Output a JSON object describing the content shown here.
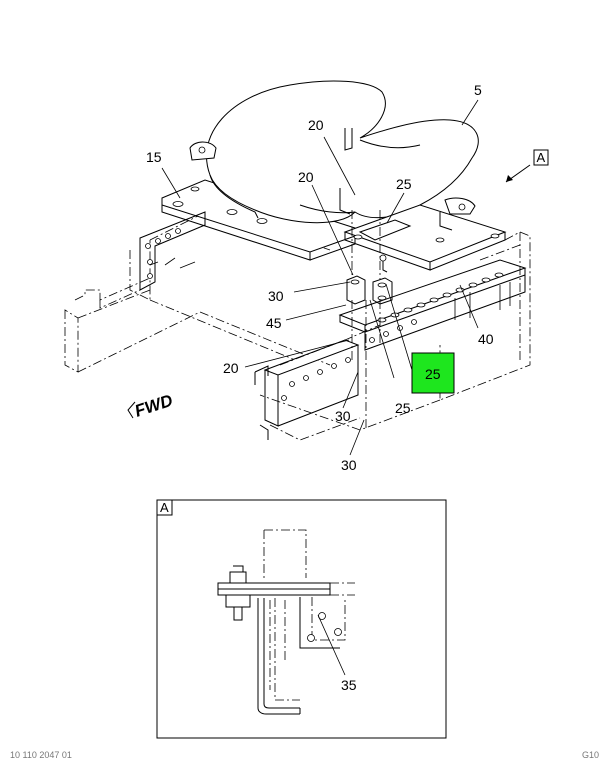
{
  "callouts": {
    "c5": "5",
    "c15": "15",
    "c20a": "20",
    "c20b": "20",
    "c20c": "20",
    "c25a": "25",
    "c25b": "25",
    "c25_highlight": "25",
    "c30a": "30",
    "c30b": "30",
    "c30c": "30",
    "c35": "35",
    "c40": "40",
    "c45": "45"
  },
  "view_ref": {
    "main_tag": "A",
    "detail_tag": "A"
  },
  "direction_label": "FWD",
  "footer": {
    "left": "10 110 2047 01",
    "right": "G10"
  },
  "colors": {
    "highlight": "#1ee61e",
    "line": "#000000"
  }
}
